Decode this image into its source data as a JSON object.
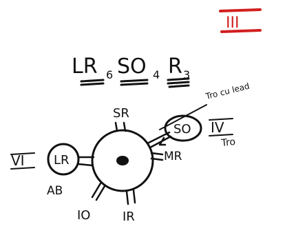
{
  "diagram": {
    "corner_label": "III",
    "corner_color": "#d21f1f",
    "formula": {
      "lr": "LR",
      "lr_sub": "6",
      "so": "SO",
      "so_sub": "4",
      "r": "R",
      "r_sub": "3"
    },
    "left_numeral": "VI",
    "left_node": "LR",
    "left_node_caption": "AB",
    "top_label": "SR",
    "right_node": "SO",
    "right_numeral": "IV",
    "right_sub_label": "Tro",
    "tro_note": "Tro cu lead",
    "right_label": "MR",
    "bottom_left_label": "IO",
    "bottom_right_label": "IR",
    "ink_color": "#111111"
  }
}
